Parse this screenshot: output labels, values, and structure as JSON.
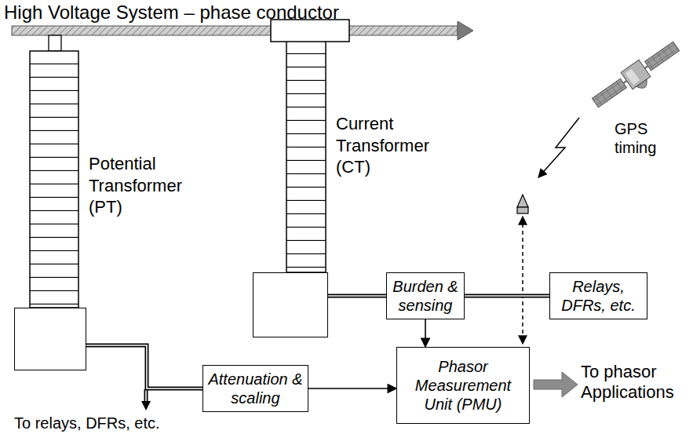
{
  "diagram": {
    "nodes": [
      {
        "text": [
          "Potential Transformer (PT)"
        ]
      },
      {
        "text": [
          "Current Transformer (CT)"
        ]
      },
      {
        "text": [
          "Burden & sensing"
        ]
      },
      {
        "text": [
          "Relays, DFRs, etc."
        ]
      },
      {
        "text": [
          "Attenuation & scaling"
        ]
      },
      {
        "text": [
          "Phasor Measurement Unit (PMU)"
        ]
      }
    ],
    "edges": [
      {
        "from": 1,
        "to": 2,
        "arrow": "none"
      },
      {
        "from": 2,
        "to": 3,
        "arrow": "none"
      },
      {
        "from": 2,
        "to": 5,
        "arrow": "to"
      },
      {
        "from": 0,
        "to": 4,
        "arrow": "none"
      },
      {
        "from": 4,
        "to": 5,
        "arrow": "to"
      }
    ],
    "labels": [
      "High Voltage System – phase conductor",
      "GPS timing",
      "To relays, DFRs, etc.",
      "To phasor Applications"
    ]
  }
}
